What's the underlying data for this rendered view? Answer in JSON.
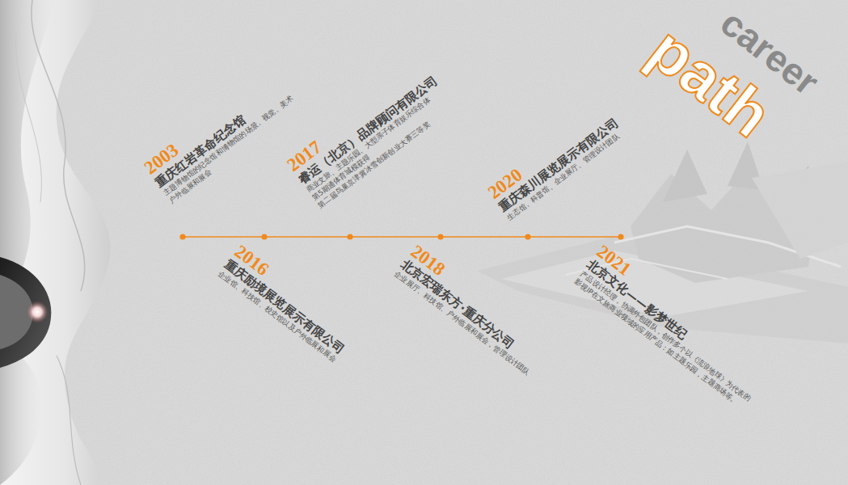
{
  "diagram": {
    "labels": [
      "career",
      "path",
      "2003",
      "重庆红岩革命纪念馆",
      "主题博物馆的纪念馆和博物馆的场景、视觉、美术",
      "户外临展和展会",
      "2016",
      "重庆励境展览展示有限公司",
      "企业馆、科技馆、校史馆以及户外临展和展会",
      "2017",
      "睿运（北京）品牌顾问有限公司",
      "商业文旅、主题乐园、大型亲子体育娱乐综合体",
      "第5期通体育城模获得",
      "第二届鸟巢京津冀冰雪创新创业大赛三等奖",
      "2018",
      "北京宏瑞东方·重庆分公司",
      "企业展厅、科技馆、户外临展和展会，管理设计团队",
      "2020",
      "重庆森川展览展示有限公司",
      "生态馆、科普馆、企业展厅、管理设计团队",
      "2021",
      "北京文化——影梦世纪",
      "产品设计经理，协调外包团队，创作多个以《流浪地球》为代表的",
      "影视IP在文旅商业领域的应用产品：如主题乐园，主题商场等。"
    ]
  }
}
